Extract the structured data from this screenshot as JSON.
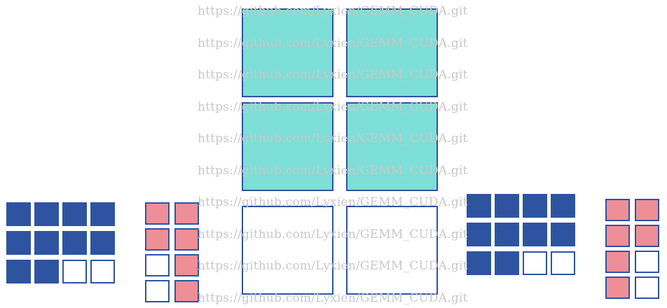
{
  "watermark": {
    "text": "https://github.com/Lyxien/GEMM_CUDA.git",
    "repeat_count": 10
  },
  "colors": {
    "filled_blue": "#2e54a1",
    "filled_pink": "#ee8f98",
    "filled_teal": "#7ddfd7",
    "outline": "#2e54a1",
    "empty": "#ffffff"
  },
  "center_grid": {
    "rows": [
      [
        "teal",
        "teal"
      ],
      [
        "teal",
        "teal"
      ],
      [
        "empty",
        "empty"
      ]
    ]
  },
  "left_blue_grid": {
    "rows": [
      [
        "blue",
        "blue",
        "blue",
        "blue"
      ],
      [
        "blue",
        "blue",
        "blue",
        "blue"
      ],
      [
        "blue",
        "blue",
        "empty",
        "empty"
      ]
    ]
  },
  "left_pink_grid": {
    "rows": [
      [
        "pink",
        "pink"
      ],
      [
        "pink",
        "pink"
      ],
      [
        "empty",
        "pink"
      ],
      [
        "empty",
        "pink"
      ]
    ]
  },
  "right_blue_grid": {
    "rows": [
      [
        "blue",
        "blue",
        "blue",
        "blue"
      ],
      [
        "blue",
        "blue",
        "blue",
        "blue"
      ],
      [
        "blue",
        "blue",
        "empty",
        "empty"
      ]
    ]
  },
  "right_pink_grid": {
    "rows": [
      [
        "pink",
        "pink"
      ],
      [
        "pink",
        "pink"
      ],
      [
        "pink",
        "empty"
      ],
      [
        "pink",
        "empty"
      ]
    ]
  }
}
